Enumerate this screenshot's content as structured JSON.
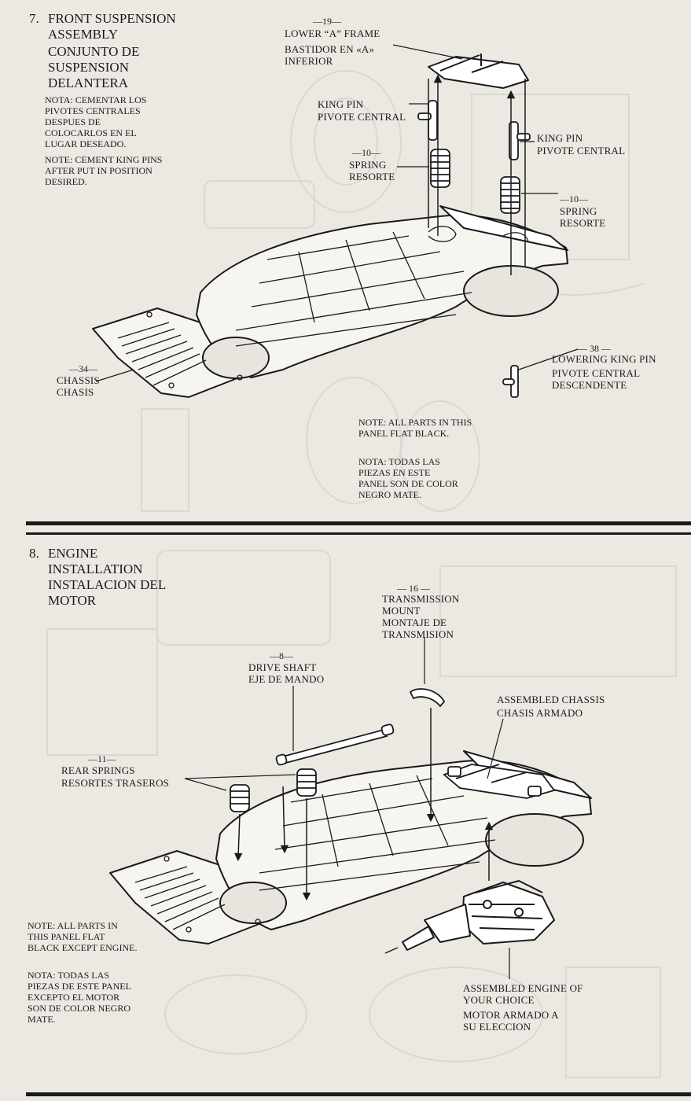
{
  "step7": {
    "number": "7.",
    "title_en": "FRONT SUSPENSION ASSEMBLY",
    "title_es": "CONJUNTO DE SUSPENSION DELANTERA",
    "note_es": "NOTA: CEMENTAR LOS PIVOTES CENTRALES DESPUES DE COLOCARLOS EN EL LUGAR DESEADO.",
    "note_en": "NOTE: CEMENT KING PINS AFTER PUT IN POSITION DESIRED.",
    "panel_note_en": "NOTE: ALL PARTS IN THIS PANEL FLAT BLACK.",
    "panel_note_es": "NOTA: TODAS LAS PIEZAS EN ESTE PANEL SON DE COLOR NEGRO MATE.",
    "parts": {
      "lower_a_frame": {
        "num": "—19—",
        "en": "LOWER “A” FRAME",
        "es": "BASTIDOR EN «A» INFERIOR"
      },
      "king_pin_left": {
        "en": "KING PIN",
        "es": "PIVOTE CENTRAL"
      },
      "king_pin_right": {
        "en": "KING PIN",
        "es": "PIVOTE CENTRAL"
      },
      "spring_left": {
        "num": "—10—",
        "en": "SPRING",
        "es": "RESORTE"
      },
      "spring_right": {
        "num": "—10—",
        "en": "SPRING",
        "es": "RESORTE"
      },
      "chassis": {
        "num": "—34—",
        "en": "CHASSIS",
        "es": "CHASIS"
      },
      "lowering_king_pin": {
        "num": "— 38 —",
        "en": "LOWERING KING PIN",
        "es": "PIVOTE CENTRAL DESCENDENTE"
      }
    }
  },
  "step8": {
    "number": "8.",
    "title_en": "ENGINE INSTALLATION",
    "title_es": "INSTALACION DEL MOTOR",
    "note_en": "NOTE: ALL PARTS IN THIS PANEL FLAT BLACK EXCEPT ENGINE.",
    "note_es": "NOTA: TODAS LAS PIEZAS DE ESTE PANEL EXCEPTO EL MOTOR SON DE COLOR NEGRO MATE.",
    "parts": {
      "transmission_mount": {
        "num": "— 16 —",
        "en": "TRANSMISSION MOUNT",
        "es": "MONTAJE DE TRANSMISION"
      },
      "drive_shaft": {
        "num": "—8—",
        "en": "DRIVE SHAFT",
        "es": "EJE DE MANDO"
      },
      "assembled_chassis": {
        "en": "ASSEMBLED CHASSIS",
        "es": "CHASIS ARMADO"
      },
      "rear_springs": {
        "num": "—11—",
        "en": "REAR SPRINGS",
        "es": "RESORTES TRASEROS"
      },
      "assembled_engine": {
        "en": "ASSEMBLED ENGINE OF YOUR CHOICE",
        "es": "MOTOR ARMADO A SU ELECCION"
      }
    }
  },
  "colors": {
    "ink": "#1a1a1a",
    "paper": "#ece9e3",
    "bleed": "#555555"
  }
}
